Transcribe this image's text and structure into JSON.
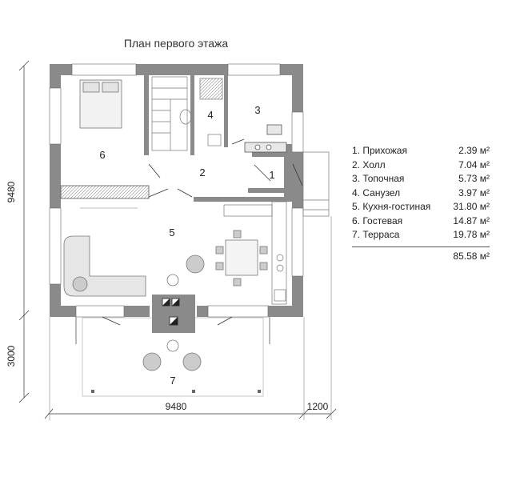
{
  "plan": {
    "title": "План первого этажа",
    "rooms": [
      {
        "number": "1",
        "name": "Прихожая",
        "area": "2.39 м²"
      },
      {
        "number": "2",
        "name": "Холл",
        "area": "7.04 м²"
      },
      {
        "number": "3",
        "name": "Топочная",
        "area": "5.73 м²"
      },
      {
        "number": "4",
        "name": "Санузел",
        "area": "3.97 м²"
      },
      {
        "number": "5",
        "name": "Кухня-гостиная",
        "area": "31.80 м²"
      },
      {
        "number": "6",
        "name": "Гостевая",
        "area": "14.87 м²"
      },
      {
        "number": "7",
        "name": "Терраса",
        "area": "19.78 м²"
      }
    ],
    "total_area": "85.58 м²",
    "dimensions": {
      "width": "9480",
      "height": "9480",
      "terrace_depth": "3000",
      "porch_width": "1200"
    }
  },
  "legend": {
    "items": [
      {
        "label": "1. Прихожая",
        "value": "2.39 м²"
      },
      {
        "label": "2. Холл",
        "value": "7.04 м²"
      },
      {
        "label": "3. Топочная",
        "value": "5.73 м²"
      },
      {
        "label": "4. Санузел",
        "value": "3.97 м²"
      },
      {
        "label": "5. Кухня-гостиная",
        "value": "31.80 м²"
      },
      {
        "label": "6. Гостевая",
        "value": "14.87 м²"
      },
      {
        "label": "7. Терраса",
        "value": "19.78 м²"
      }
    ],
    "total": "85.58 м²"
  }
}
